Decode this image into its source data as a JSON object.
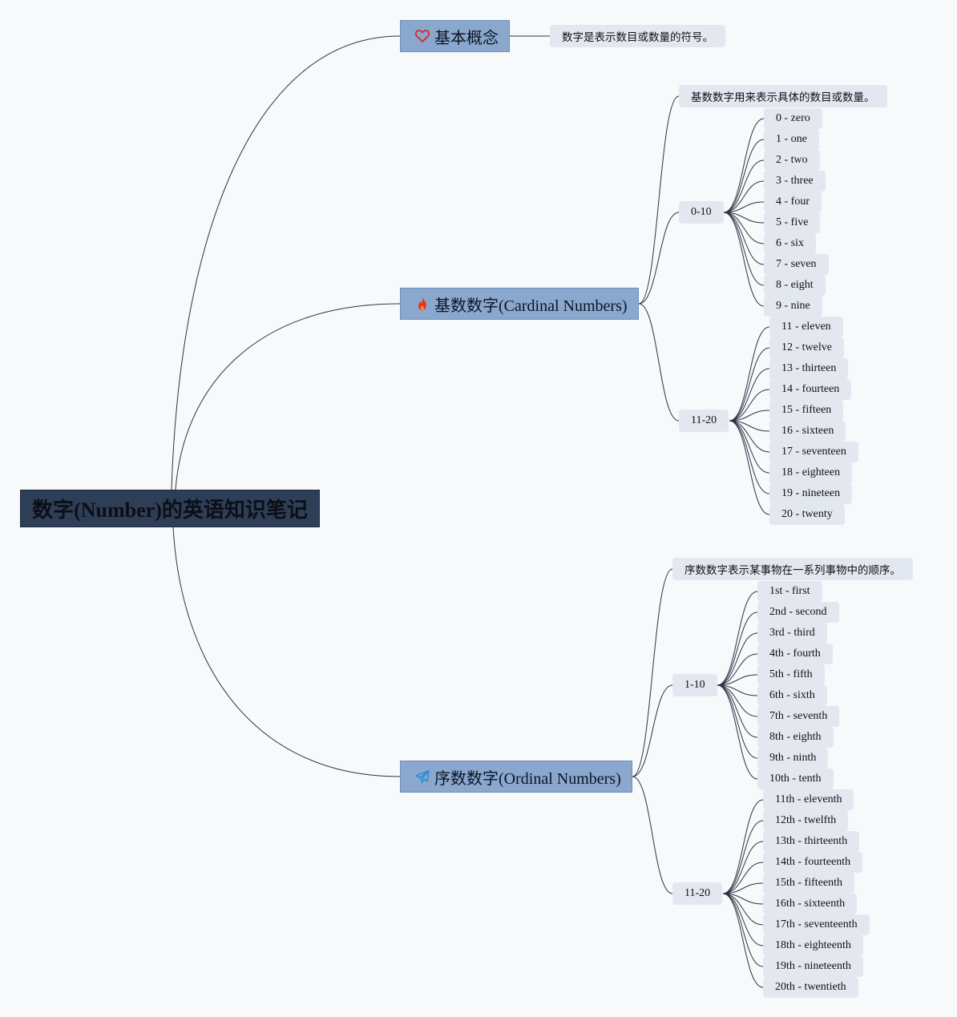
{
  "root": {
    "label": "数字(Number)的英语知识笔记"
  },
  "branches": [
    {
      "id": "concept",
      "label": "基本概念",
      "icon": "heart-icon",
      "icon_color": "#d42a2a",
      "description": "数字是表示数目或数量的符号。"
    },
    {
      "id": "cardinal",
      "label": "基数数字(Cardinal Numbers)",
      "icon": "fire-icon",
      "icon_color": "#e8341c",
      "description": "基数数字用来表示具体的数目或数量。",
      "groups": [
        {
          "label": "0-10",
          "items": [
            "0 - zero",
            "1 - one",
            "2 - two",
            "3 - three",
            "4 - four",
            "5 - five",
            "6 - six",
            "7 - seven",
            "8 - eight",
            "9 - nine"
          ]
        },
        {
          "label": "11-20",
          "items": [
            "11 - eleven",
            "12 - twelve",
            "13 - thirteen",
            "14 - fourteen",
            "15 - fifteen",
            "16 - sixteen",
            "17 - seventeen",
            "18 - eighteen",
            "19 - nineteen",
            "20 - twenty"
          ]
        }
      ]
    },
    {
      "id": "ordinal",
      "label": "序数数字(Ordinal Numbers)",
      "icon": "paper-plane-icon",
      "icon_color": "#2b8fd6",
      "description": "序数数字表示某事物在一系列事物中的顺序。",
      "groups": [
        {
          "label": "1-10",
          "items": [
            "1st - first",
            "2nd - second",
            "3rd - third",
            "4th - fourth",
            "5th - fifth",
            "6th - sixth",
            "7th - seventh",
            "8th - eighth",
            "9th - ninth",
            "10th - tenth"
          ]
        },
        {
          "label": "11-20",
          "items": [
            "11th - eleventh",
            "12th - twelfth",
            "13th - thirteenth",
            "14th - fourteenth",
            "15th - fifteenth",
            "16th - sixteenth",
            "17th - seventeenth",
            "18th - eighteenth",
            "19th - nineteenth",
            "20th - twentieth"
          ]
        }
      ]
    }
  ]
}
